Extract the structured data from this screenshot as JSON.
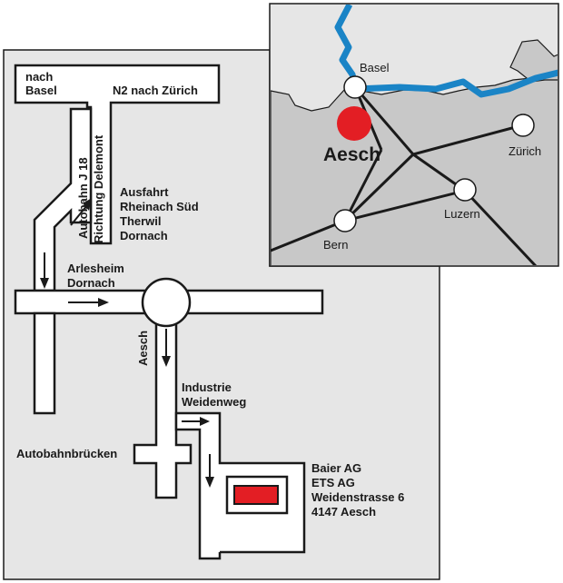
{
  "route_map": {
    "labels": {
      "nach_basel_1": "nach",
      "nach_basel_2": "Basel",
      "n2_zurich": "N2 nach Zürich",
      "autobahn_j18": "Autobahn J 18",
      "richtung_delemont": "Richtung Delemont",
      "ausfahrt_1": "Ausfahrt",
      "ausfahrt_2": "Rheinach Süd",
      "ausfahrt_3": "Therwil",
      "ausfahrt_4": "Dornach",
      "arlesheim_1": "Arlesheim",
      "arlesheim_2": "Dornach",
      "aesch_road": "Aesch",
      "industrie_1": "Industrie",
      "industrie_2": "Weidenweg",
      "autobahnbruecken": "Autobahnbrücken"
    },
    "address": {
      "line1": "Baier AG",
      "line2": "ETS AG",
      "line3": "Weidenstrasse 6",
      "line4": "4147 Aesch"
    }
  },
  "overview_map": {
    "cities": {
      "basel": "Basel",
      "zurich": "Zürich",
      "luzern": "Luzern",
      "bern": "Bern",
      "aesch": "Aesch"
    }
  },
  "colors": {
    "panel": "#e6e6e6",
    "land": "#c8c8c8",
    "river": "#1a84c6",
    "marker": "#e31e24",
    "ink": "#1a1a1a"
  }
}
